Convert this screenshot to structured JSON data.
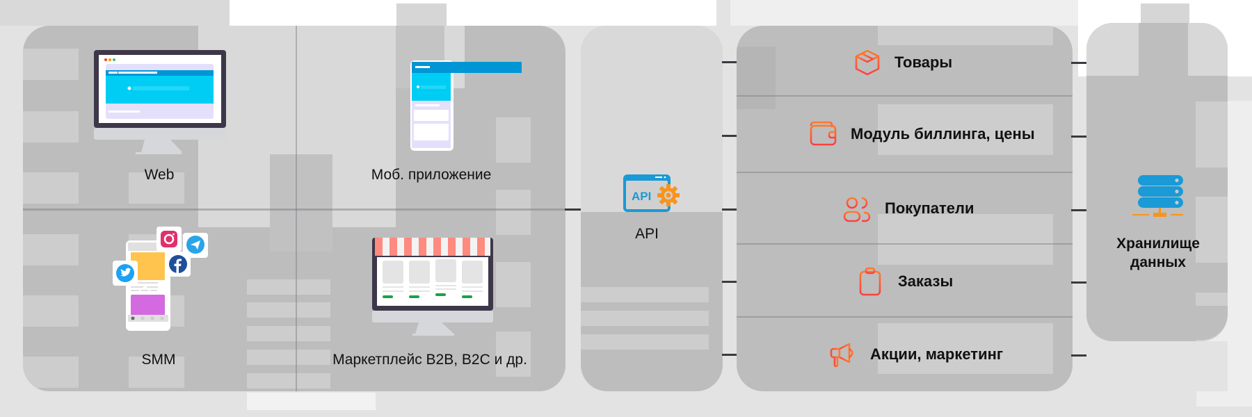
{
  "diagram": {
    "channels": {
      "title": "Каналы продаж",
      "items": [
        {
          "label": "Web",
          "icon": "desktop-monitor-icon"
        },
        {
          "label": "Моб. приложение",
          "icon": "mobile-phone-icon"
        },
        {
          "label": "SMM",
          "icon": "social-media-icon"
        },
        {
          "label": "Маркетплейс B2B, B2C и др.",
          "icon": "storefront-monitor-icon"
        }
      ],
      "social_icons": [
        "instagram-icon",
        "telegram-icon",
        "twitter-icon",
        "facebook-icon"
      ]
    },
    "api": {
      "label": "API",
      "icon_text": "API",
      "icon": "api-gear-icon"
    },
    "modules": [
      {
        "label": "Товары",
        "icon": "box-icon"
      },
      {
        "label": "Модуль биллинга, цены",
        "icon": "wallet-icon"
      },
      {
        "label": "Покупатели",
        "icon": "users-icon"
      },
      {
        "label": "Заказы",
        "icon": "clipboard-icon"
      },
      {
        "label": "Акции, маркетинг",
        "icon": "megaphone-icon"
      }
    ],
    "storage": {
      "label_line1": "Хранилище",
      "label_line2": "данных",
      "icon": "database-server-icon"
    },
    "colors": {
      "accent_orange": "#ff5a3c",
      "api_blue": "#1a9ad6",
      "server_blue": "#1a9ad6",
      "server_orange": "#f7941d",
      "arrow": "#3a3a40",
      "panel": "#bdbdbd",
      "background": "#e3e3e3"
    }
  }
}
